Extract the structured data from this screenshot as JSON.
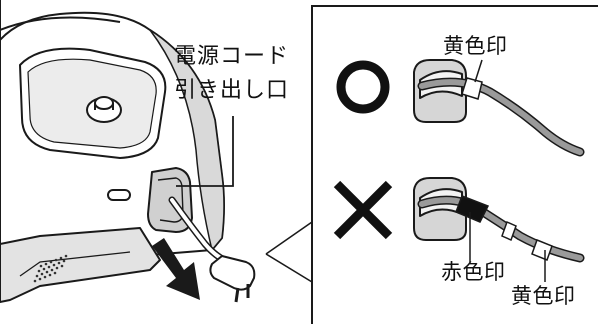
{
  "labels": {
    "cord_outlet_line1": "電源コード",
    "cord_outlet_line2": "引き出し口",
    "yellow_mark": "黄色印",
    "red_mark": "赤色印"
  },
  "marks": {
    "correct": "○",
    "incorrect": "×"
  },
  "colors": {
    "line": "#1a1a1a",
    "appliance_shade": "#d9d9d9",
    "cord_gray": "#9a9a9a",
    "red_mark_band": "#111111",
    "yellow_mark_band": "#ffffff"
  }
}
